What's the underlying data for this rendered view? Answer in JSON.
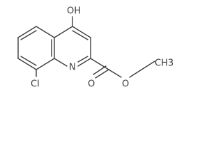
{
  "molecule": {
    "atoms": {
      "hydroxyl": "OH",
      "ring_nitrogen": "N",
      "chlorine": "Cl",
      "carbonyl_oxygen": "O",
      "ester_oxygen": "O",
      "methyl": "CH3"
    }
  }
}
